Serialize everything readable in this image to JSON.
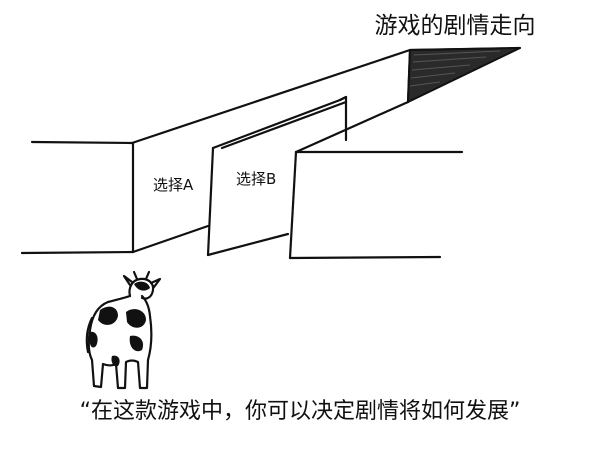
{
  "heading": "游戏的剧情走向",
  "walls": {
    "left_label": "选择A",
    "middle_label": "选择B"
  },
  "character": "cow-icon",
  "caption": "“在这款游戏中，你可以决定剧情将如何发展”",
  "colors": {
    "ink": "#111111",
    "paper": "#ffffff"
  }
}
